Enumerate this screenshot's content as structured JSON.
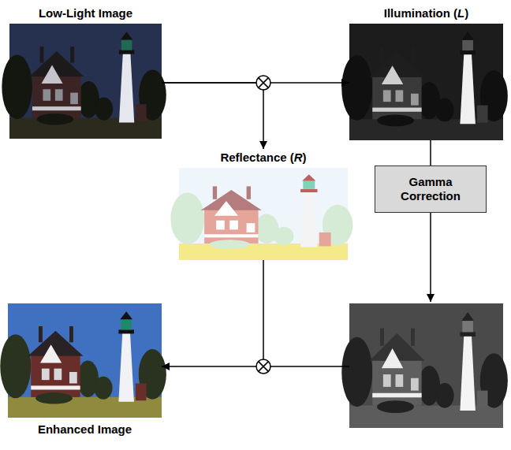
{
  "diagram": {
    "nodes": [
      {
        "text": [
          "Low-Light Image"
        ]
      },
      {
        "text": [
          "Illumination (L)"
        ]
      },
      {
        "text": [
          "Reflectance (R)"
        ]
      },
      {
        "text": [
          "Gamma Correction"
        ]
      },
      {
        "text": [
          "Enhanced Image"
        ]
      }
    ],
    "edges": [
      {
        "from": 0,
        "to": 1,
        "arrow": "to"
      },
      {
        "from": 0,
        "to": 2,
        "arrow": "to"
      },
      {
        "from": 1,
        "to": 3,
        "arrow": "none"
      },
      {
        "from": 2,
        "to": 4,
        "arrow": "to"
      }
    ]
  }
}
